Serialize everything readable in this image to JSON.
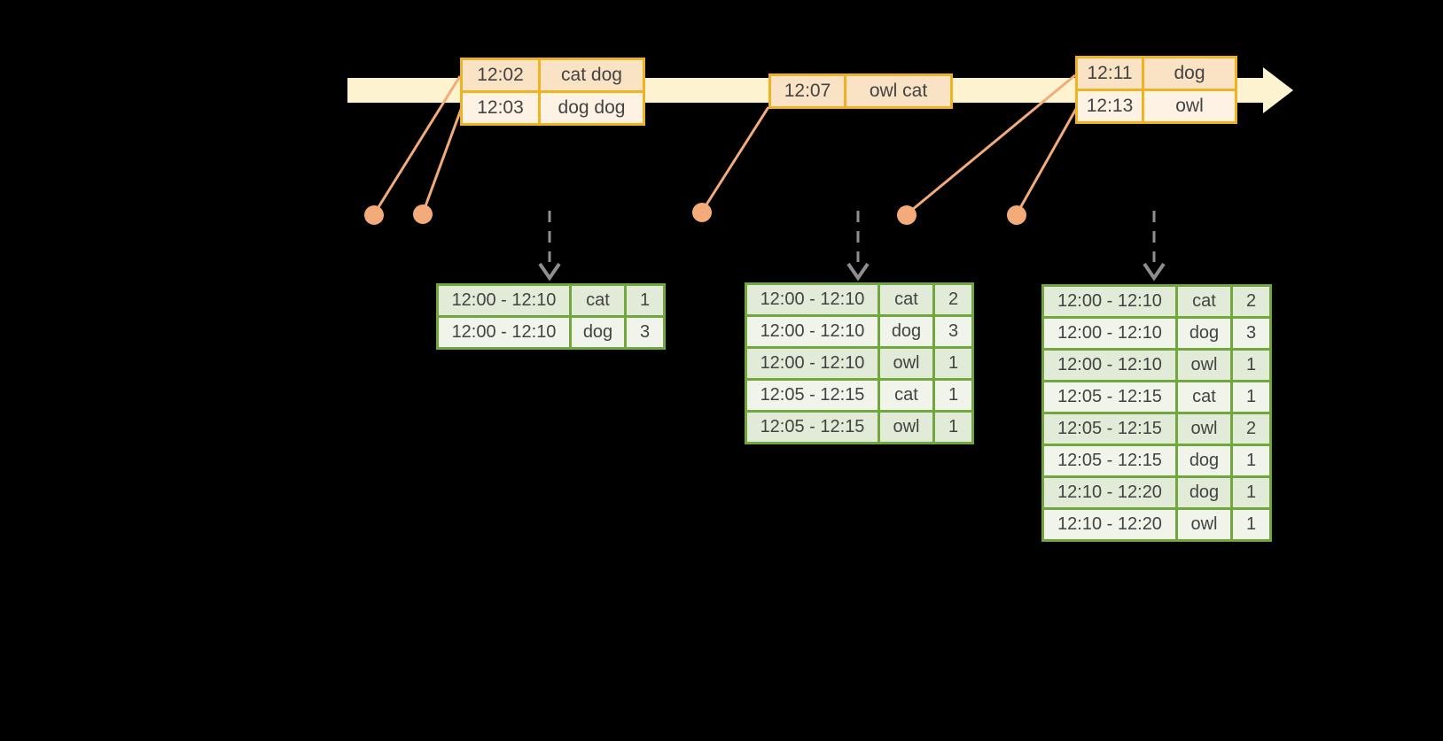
{
  "diagram": {
    "event_stream": {
      "event_tables": [
        {
          "rows": [
            [
              "12:02",
              "cat dog"
            ],
            [
              "12:03",
              "dog dog"
            ]
          ]
        },
        {
          "rows": [
            [
              "12:07",
              "owl cat"
            ]
          ]
        },
        {
          "rows": [
            [
              "12:11",
              "dog"
            ],
            [
              "12:13",
              "owl"
            ]
          ]
        }
      ]
    },
    "result_tables": [
      {
        "rows": [
          [
            "12:00 - 12:10",
            "cat",
            "1"
          ],
          [
            "12:00 - 12:10",
            "dog",
            "3"
          ]
        ]
      },
      {
        "rows": [
          [
            "12:00 - 12:10",
            "cat",
            "2"
          ],
          [
            "12:00 - 12:10",
            "dog",
            "3"
          ],
          [
            "12:00 - 12:10",
            "owl",
            "1"
          ],
          [
            "12:05 - 12:15",
            "cat",
            "1"
          ],
          [
            "12:05 - 12:15",
            "owl",
            "1"
          ]
        ]
      },
      {
        "rows": [
          [
            "12:00 - 12:10",
            "cat",
            "2"
          ],
          [
            "12:00 - 12:10",
            "dog",
            "3"
          ],
          [
            "12:00 - 12:10",
            "owl",
            "1"
          ],
          [
            "12:05 - 12:15",
            "cat",
            "1"
          ],
          [
            "12:05 - 12:15",
            "owl",
            "2"
          ],
          [
            "12:05 - 12:15",
            "dog",
            "1"
          ],
          [
            "12:10 - 12:20",
            "dog",
            "1"
          ],
          [
            "12:10 - 12:20",
            "owl",
            "1"
          ]
        ]
      }
    ],
    "icons": [
      "timeline-arrow-icon",
      "event-dot-icon",
      "trigger-down-arrow-icon"
    ]
  },
  "colors": {
    "background": "#000000",
    "timeline_fill": "#fdf3d0",
    "event_border": "#efb220",
    "event_row_dark": "#fae3c5",
    "event_row_light": "#fdf2e3",
    "result_border": "#71a83e",
    "result_row_dark": "#e1ebd7",
    "result_row_light": "#f0f4ea",
    "dot": "#f3ab7a",
    "trigger_arrow": "#8f8f8f",
    "text": "#434343"
  }
}
